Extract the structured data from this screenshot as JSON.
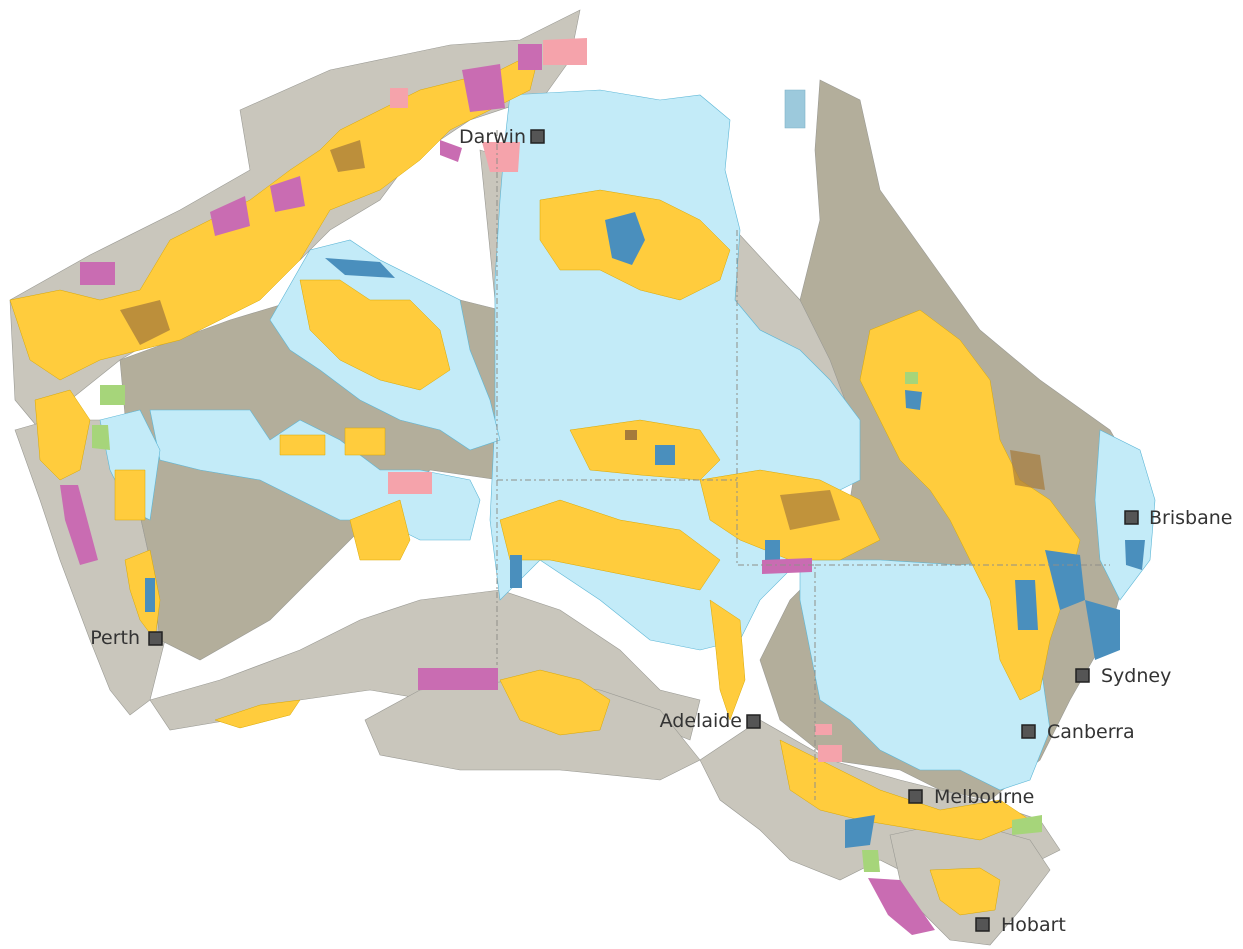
{
  "colors": {
    "water": "#ffffff",
    "basin_light": "#c9c6bc",
    "basin_dark": "#b3ae9b",
    "tenure_yellow": "#ffcc3d",
    "tenure_lightblue": "#c3ebf8",
    "tenure_darkblue": "#4a8fbd",
    "tenure_pink": "#f5a3ab",
    "tenure_purple": "#c96cb2",
    "tenure_green": "#a6d57a",
    "tenure_brown": "#a67b3b",
    "marker": "#555555"
  },
  "cities": [
    {
      "name": "Darwin"
    },
    {
      "name": "Brisbane"
    },
    {
      "name": "Perth"
    },
    {
      "name": "Sydney"
    },
    {
      "name": "Adelaide"
    },
    {
      "name": "Canberra"
    },
    {
      "name": "Melbourne"
    },
    {
      "name": "Hobart"
    }
  ]
}
